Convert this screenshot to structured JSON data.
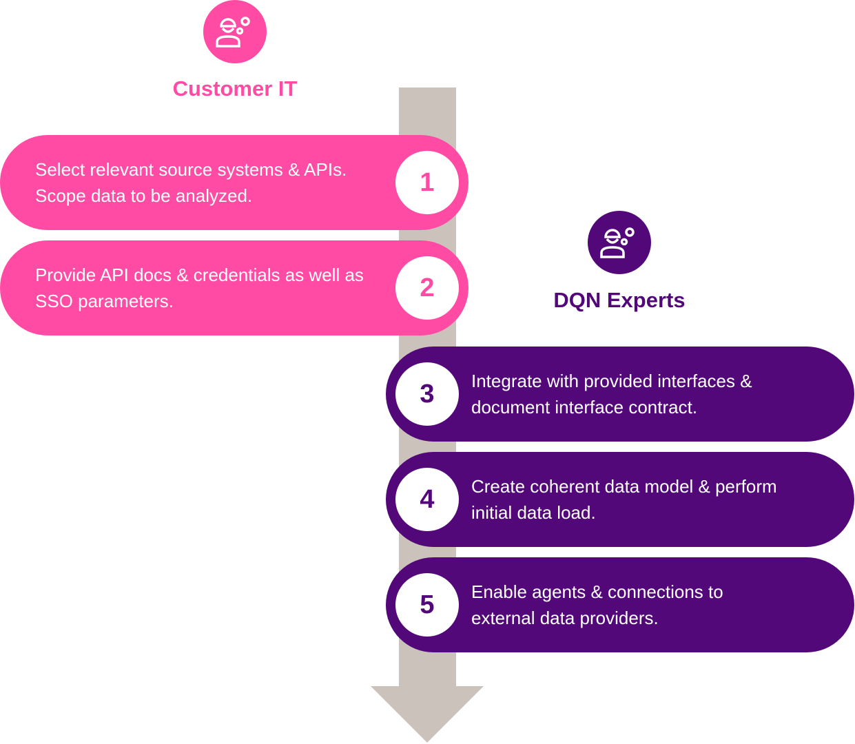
{
  "colors": {
    "customer": "#FF4BA4",
    "dqn": "#53087A",
    "arrow": "#CCC2BC"
  },
  "roles": {
    "customer": {
      "label": "Customer IT",
      "icon": "engineer-gears-icon"
    },
    "dqn": {
      "label": "DQN Experts",
      "icon": "engineer-gears-icon"
    }
  },
  "steps": [
    {
      "number": "1",
      "text": "Select relevant source systems & APIs. Scope data to be analyzed.",
      "owner": "customer"
    },
    {
      "number": "2",
      "text": "Provide API docs & credentials as well as SSO parameters.",
      "owner": "customer"
    },
    {
      "number": "3",
      "text": "Integrate with provided interfaces & document interface contract.",
      "owner": "dqn"
    },
    {
      "number": "4",
      "text": "Create coherent data model & perform initial data load.",
      "owner": "dqn"
    },
    {
      "number": "5",
      "text": "Enable agents & connections to external data providers.",
      "owner": "dqn"
    }
  ]
}
